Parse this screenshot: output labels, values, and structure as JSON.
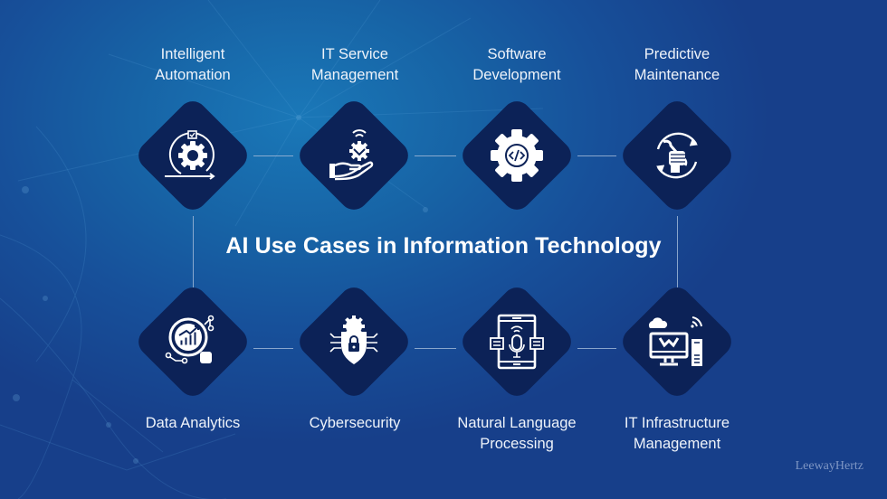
{
  "title": "AI Use Cases in Information Technology",
  "brand": "LeewayHertz",
  "colors": {
    "background": "#1758a0",
    "diamond": "#0c2257",
    "connector": "#9db6d6",
    "text": "#eef3fa"
  },
  "use_cases": {
    "top": [
      {
        "line1": "Intelligent",
        "line2": "Automation",
        "icon": "automation-gear-cycle-icon"
      },
      {
        "line1": "IT Service",
        "line2": "Management",
        "icon": "hand-gear-service-icon"
      },
      {
        "line1": "Software",
        "line2": "Development",
        "icon": "gear-code-icon"
      },
      {
        "line1": "Predictive",
        "line2": "Maintenance",
        "icon": "fist-wrench-cycle-icon"
      }
    ],
    "bottom": [
      {
        "line1": "Data Analytics",
        "line2": "",
        "icon": "magnifier-chart-icon"
      },
      {
        "line1": "Cybersecurity",
        "line2": "",
        "icon": "shield-lock-circuit-icon"
      },
      {
        "line1": "Natural Language",
        "line2": "Processing",
        "icon": "tablet-microphone-icon"
      },
      {
        "line1": "IT Infrastructure",
        "line2": "Management",
        "icon": "computer-cloud-server-icon"
      }
    ]
  }
}
